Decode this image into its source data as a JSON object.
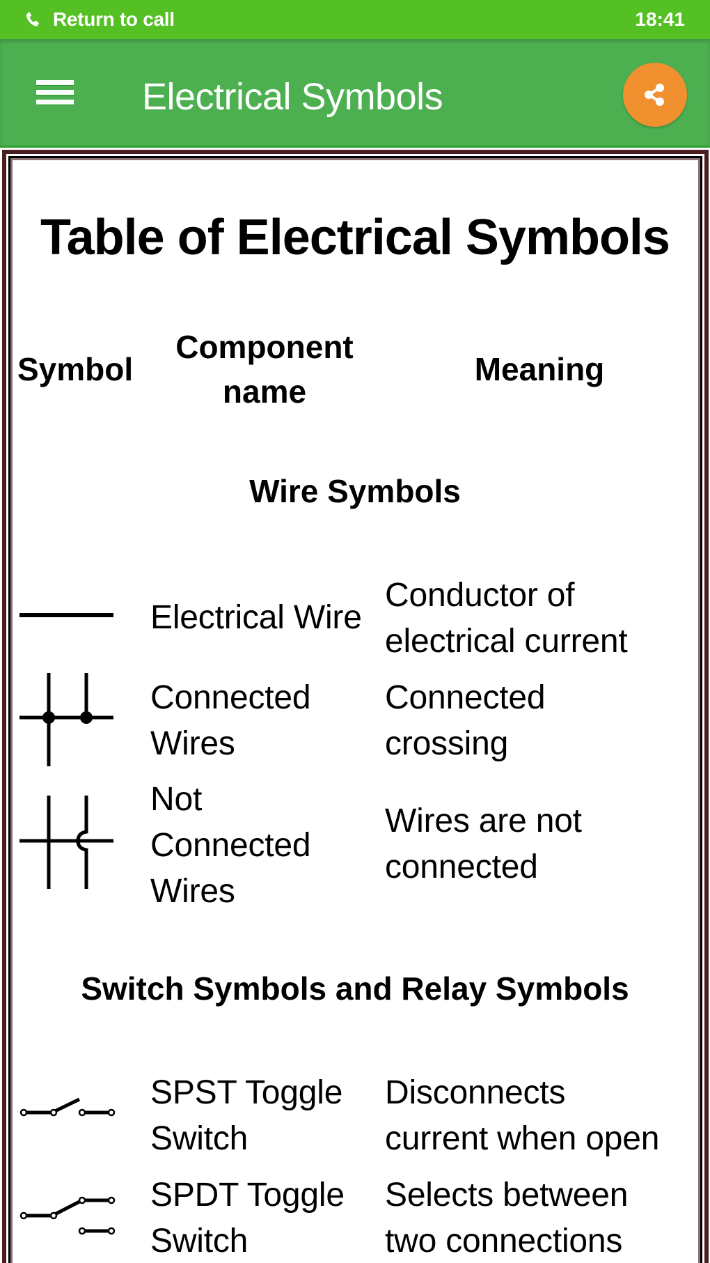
{
  "status_bar": {
    "call_icon": "phone-icon",
    "return_to_call": "Return to call",
    "time": "18:41"
  },
  "app_bar": {
    "menu_icon": "hamburger-menu-icon",
    "title": "Electrical Symbols",
    "share_icon": "share-icon",
    "colors": {
      "status_bar": "#55c024",
      "app_bar": "#4caf50",
      "share_button": "#f0902e"
    }
  },
  "content": {
    "heading": "Table of Electrical Symbols",
    "columns": {
      "symbol": "Symbol",
      "component": "Component name",
      "meaning": "Meaning"
    },
    "sections": [
      {
        "title": "Wire Symbols",
        "rows": [
          {
            "symbol_icon": "electrical-wire-symbol",
            "name": "Electrical Wire",
            "meaning": "Conductor of\nelectrical current"
          },
          {
            "symbol_icon": "connected-wires-symbol",
            "name": "Connected\nWires",
            "meaning": "Connected\ncrossing"
          },
          {
            "symbol_icon": "not-connected-wires-symbol",
            "name": "Not\nConnected\nWires",
            "meaning": "Wires are not\nconnected"
          }
        ]
      },
      {
        "title": "Switch Symbols and Relay Symbols",
        "rows": [
          {
            "symbol_icon": "spst-toggle-switch-symbol",
            "name": "SPST Toggle\nSwitch",
            "meaning": "Disconnects\ncurrent when open"
          },
          {
            "symbol_icon": "spdt-toggle-switch-symbol",
            "name": "SPDT Toggle\nSwitch",
            "meaning": "Selects between\ntwo connections"
          }
        ]
      }
    ]
  }
}
